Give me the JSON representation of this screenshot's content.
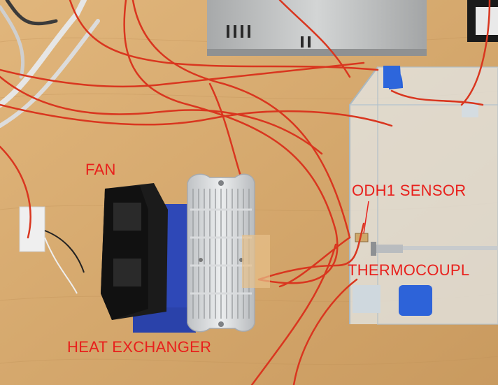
{
  "labels": {
    "fan": "FAN",
    "heat_exchanger": "HEAT EXCHANGER",
    "odh1_sensor": "ODH1 SENSOR",
    "thermocouple": "THERMOCOUPL"
  },
  "colors": {
    "label_text": "#e8201c",
    "wood": "#d8ad74",
    "wood_dark": "#c2955c",
    "wire_red": "#d9361f",
    "fan_black": "#1c1c1c",
    "heatsink_silver": "#d4d6d8",
    "mount_blue": "#2f49b8",
    "box_clear": "#e7eef3",
    "psu_metal": "#bfc1c2"
  }
}
